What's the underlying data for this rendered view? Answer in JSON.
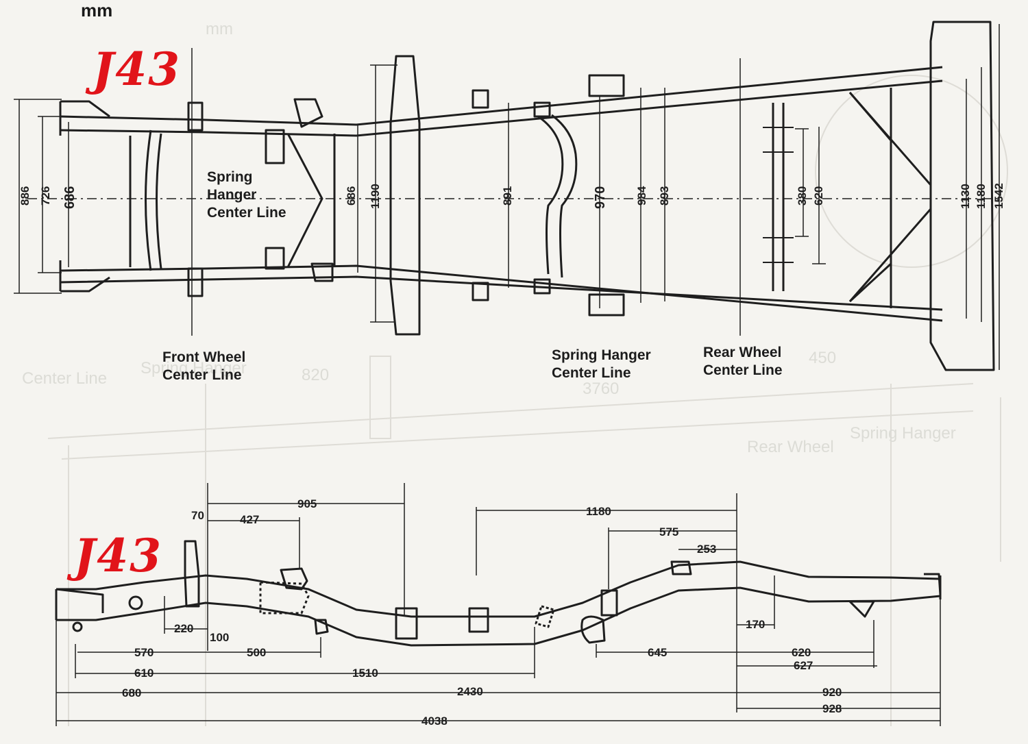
{
  "unit": "mm",
  "annotations": {
    "model_top": "J43",
    "model_bottom": "J43"
  },
  "top_view": {
    "labels": {
      "spring_hanger_front_1": "Spring",
      "spring_hanger_front_2": "Hanger",
      "spring_hanger_front_3": "Center Line",
      "front_wheel_1": "Front Wheel",
      "front_wheel_2": "Center Line",
      "spring_hanger_rear_1": "Spring Hanger",
      "spring_hanger_rear_2": "Center Line",
      "rear_wheel_1": "Rear Wheel",
      "rear_wheel_2": "Center Line"
    },
    "widths": {
      "w886": "886",
      "w726": "726",
      "w686_front": "686",
      "w686_mid": "686",
      "w1190": "1190",
      "w891": "891",
      "w970": "970",
      "w984": "984",
      "w893": "893",
      "w380": "380",
      "w620": "620",
      "w1130": "1130",
      "w1180": "1180",
      "w1542": "1542"
    }
  },
  "side_view": {
    "dims": {
      "d70": "70",
      "d427": "427",
      "d905": "905",
      "d1180": "1180",
      "d575": "575",
      "d253": "253",
      "d220": "220",
      "d100": "100",
      "d170": "170",
      "d570": "570",
      "d500": "500",
      "d645": "645",
      "d620": "620",
      "d610": "610",
      "d1510": "1510",
      "d627": "627",
      "d680": "680",
      "d2430": "2430",
      "d920": "920",
      "d928": "928",
      "d4038": "4038"
    }
  },
  "colors": {
    "ink": "#1e1e1e",
    "paper": "#f5f4f0",
    "annotation": "#e1141a"
  }
}
